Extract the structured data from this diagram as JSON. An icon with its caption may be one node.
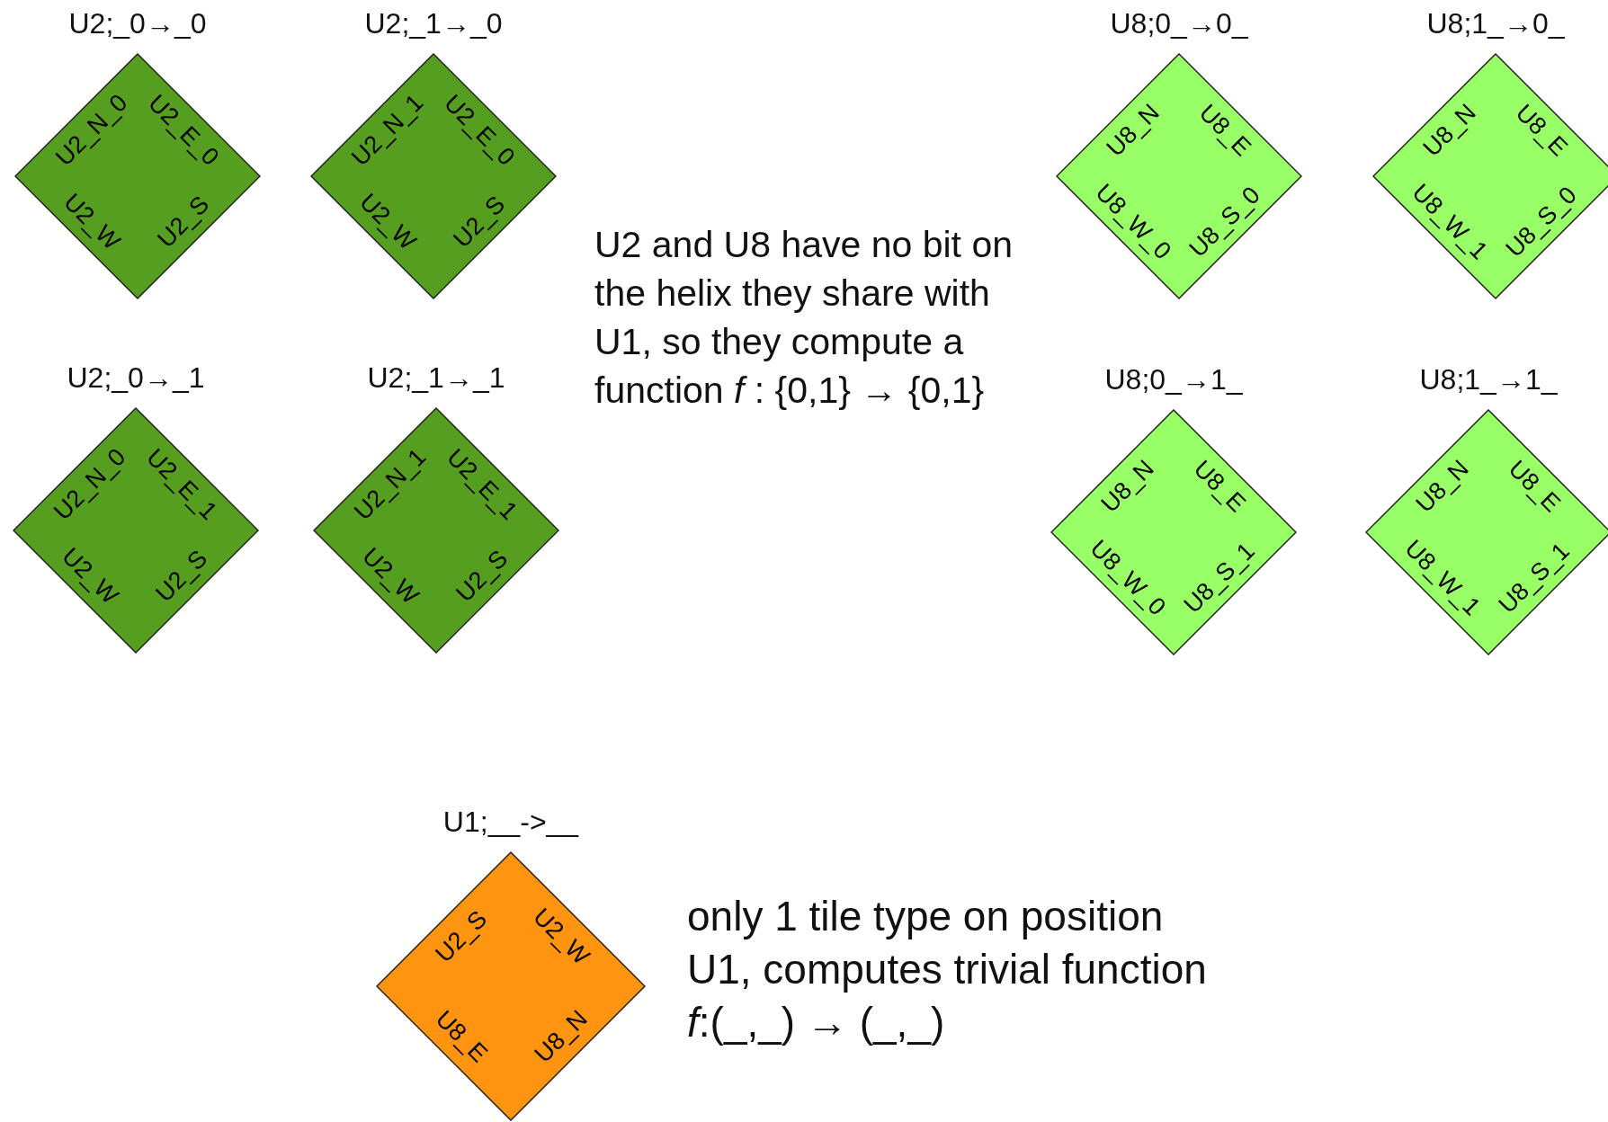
{
  "diagram": {
    "nodes": [
      {
        "text": [
          "U2;_0→_0",
          "U2_N_0",
          "U2_E_0",
          "U2_W",
          "U2_S"
        ]
      },
      {
        "text": [
          "U2;_1→_0",
          "U2_N_1",
          "U2_E_0",
          "U2_W",
          "U2_S"
        ]
      },
      {
        "text": [
          "U8;0_→0_",
          "U8_N",
          "U8_E",
          "U8_W_0",
          "U8_S_0"
        ]
      },
      {
        "text": [
          "U8;1_→0_",
          "U8_N",
          "U8_E",
          "U8_W_1",
          "U8_S_0"
        ]
      },
      {
        "text": [
          "U2;_0→_1",
          "U2_N_0",
          "U2_E_1",
          "U2_W",
          "U2_S"
        ]
      },
      {
        "text": [
          "U2;_1→_1",
          "U2_N_1",
          "U2_E_1",
          "U2_W",
          "U2_S"
        ]
      },
      {
        "text": [
          "U8;0_→1_",
          "U8_N",
          "U8_E",
          "U8_W_0",
          "U8_S_1"
        ]
      },
      {
        "text": [
          "U8;1_→1_",
          "U8_N",
          "U8_E",
          "U8_W_1",
          "U8_S_1"
        ]
      },
      {
        "text": [
          "U1;__->__",
          "U2_S",
          "U2_W",
          "U8_E",
          "U8_N"
        ]
      }
    ],
    "labels": [
      "U2 and U8 have no bit on the helix they share with U1, so they compute a function *f* : {0,1} → {0,1}",
      "only 1 tile type on position U1, computes trivial function *f*:(_,_) → (_,_)"
    ]
  }
}
